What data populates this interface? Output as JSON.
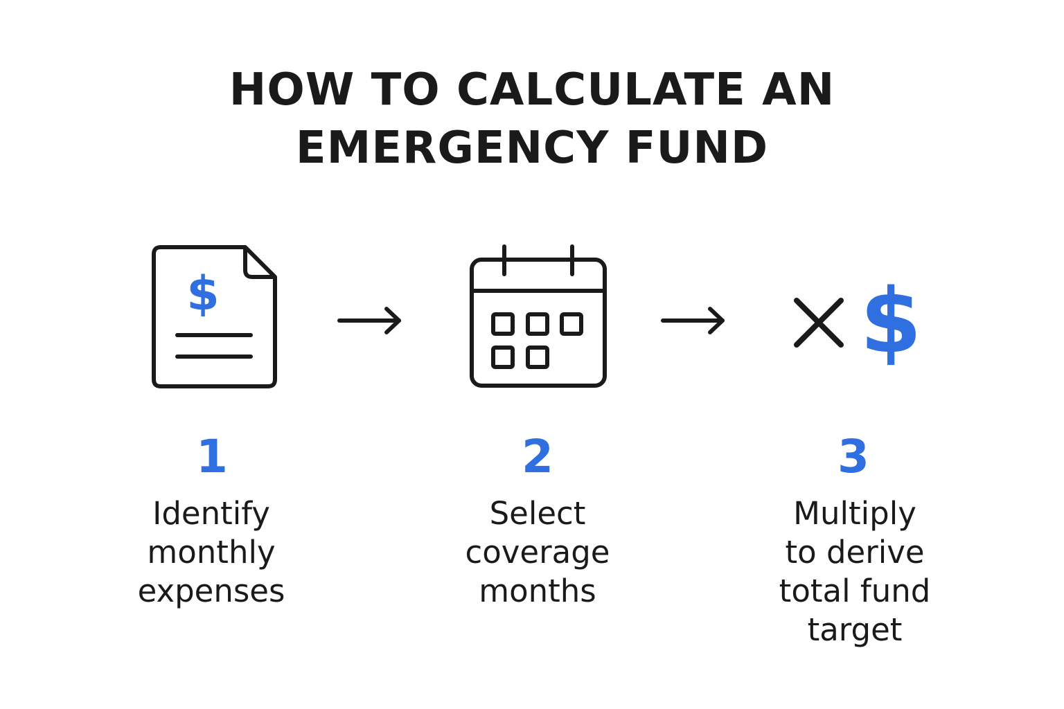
{
  "title": {
    "line1": "HOW TO CALCULATE AN",
    "line2": "EMERGENCY FUND"
  },
  "colors": {
    "accent": "#2f6fe0",
    "ink": "#1a1a1a",
    "background": "#ffffff"
  },
  "icons": {
    "step1": "document-dollar-icon",
    "arrow1": "arrow-right-icon",
    "step2": "calendar-icon",
    "arrow2": "arrow-right-icon",
    "step3_multiply": "multiply-icon",
    "step3_dollar": "dollar-sign-icon"
  },
  "steps": [
    {
      "number": "1",
      "label_lines": [
        "Identify",
        "monthly",
        "expenses"
      ]
    },
    {
      "number": "2",
      "label_lines": [
        "Select",
        "coverage",
        "months"
      ]
    },
    {
      "number": "3",
      "label_lines": [
        "Multiply",
        "to derive",
        "total fund",
        "target"
      ]
    }
  ],
  "glyphs": {
    "dollar": "$"
  }
}
